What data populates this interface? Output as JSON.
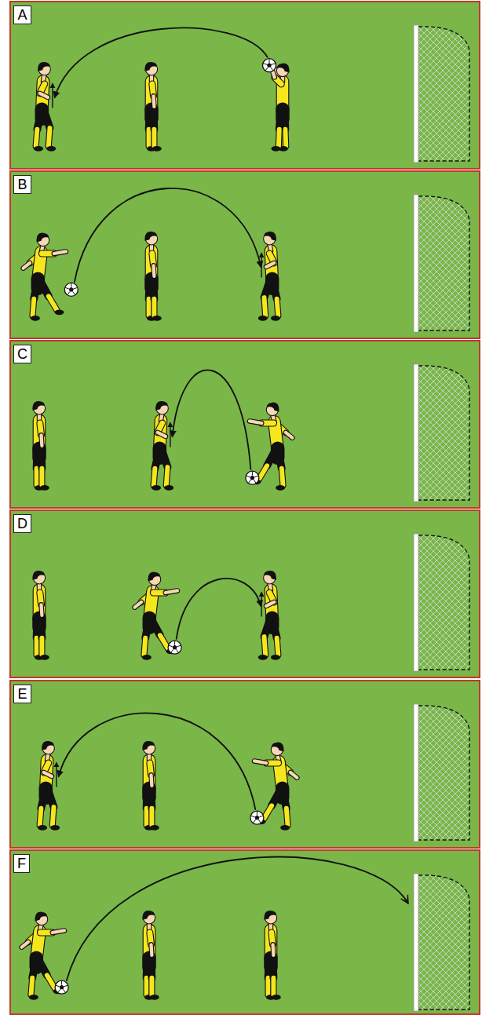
{
  "diagram": {
    "nodes": [
      {
        "text": [
          "A"
        ]
      },
      {
        "text": [
          "B"
        ]
      },
      {
        "text": [
          "C"
        ]
      },
      {
        "text": [
          "D"
        ]
      },
      {
        "text": [
          "E"
        ]
      },
      {
        "text": [
          "F"
        ]
      }
    ],
    "edges": []
  }
}
